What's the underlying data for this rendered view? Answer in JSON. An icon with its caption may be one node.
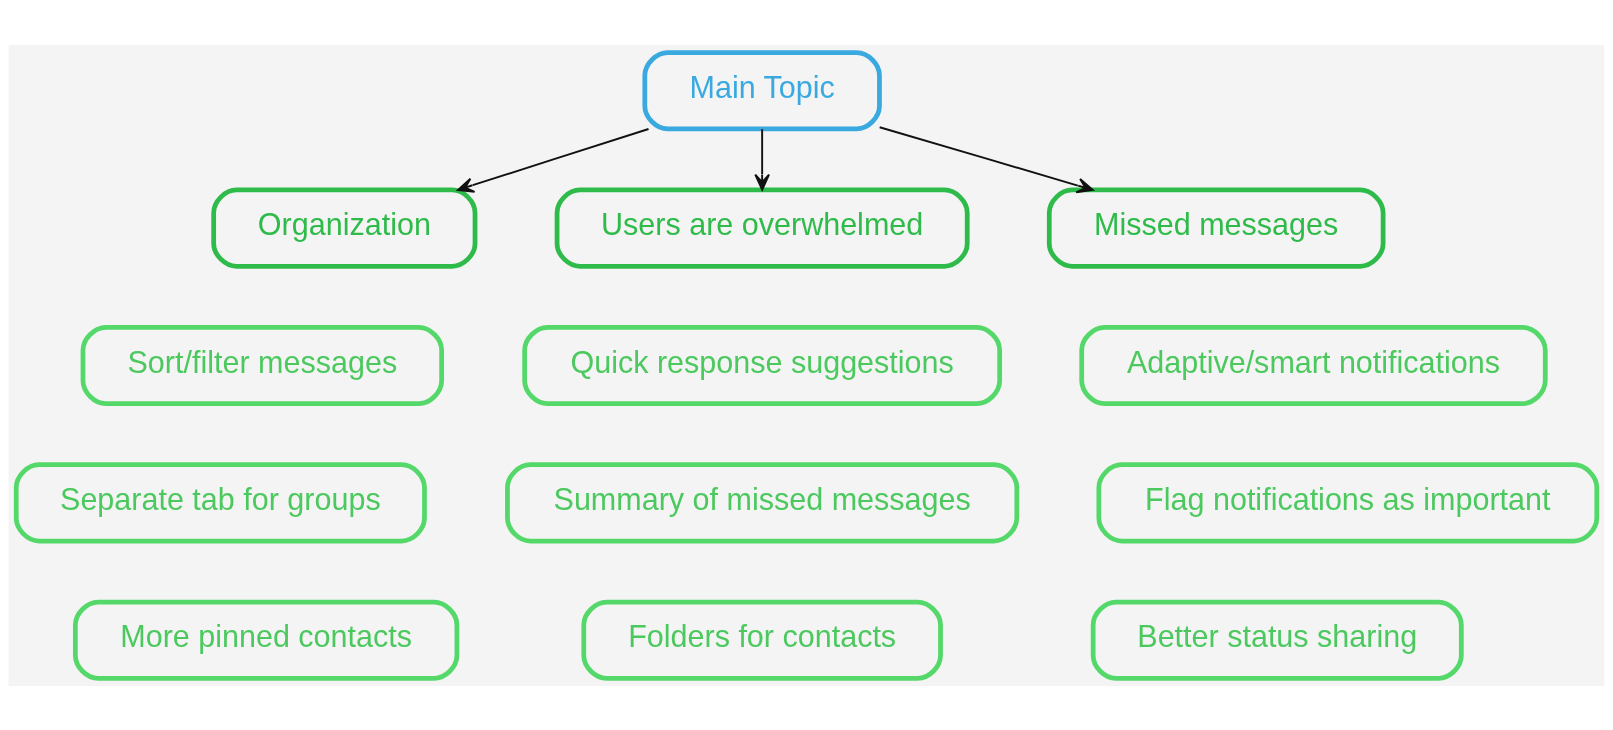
{
  "diagram": {
    "nodes": [
      {
        "text": [
          "Main Topic"
        ]
      },
      {
        "text": [
          "Organization"
        ]
      },
      {
        "text": [
          "Users are overwhelmed"
        ]
      },
      {
        "text": [
          "Missed messages"
        ]
      },
      {
        "text": [
          "Sort/filter messages"
        ]
      },
      {
        "text": [
          "Quick response suggestions"
        ]
      },
      {
        "text": [
          "Adaptive/smart notifications"
        ]
      },
      {
        "text": [
          "Separate tab for groups"
        ]
      },
      {
        "text": [
          "Summary of missed messages"
        ]
      },
      {
        "text": [
          "Flag notifications as important"
        ]
      },
      {
        "text": [
          "More pinned contacts"
        ]
      },
      {
        "text": [
          "Folders for contacts"
        ]
      },
      {
        "text": [
          "Better status sharing"
        ]
      }
    ],
    "edges": [
      {
        "from": 0,
        "to": 1,
        "arrow": "to"
      },
      {
        "from": 0,
        "to": 2,
        "arrow": "to"
      },
      {
        "from": 0,
        "to": 3,
        "arrow": "to"
      }
    ]
  }
}
